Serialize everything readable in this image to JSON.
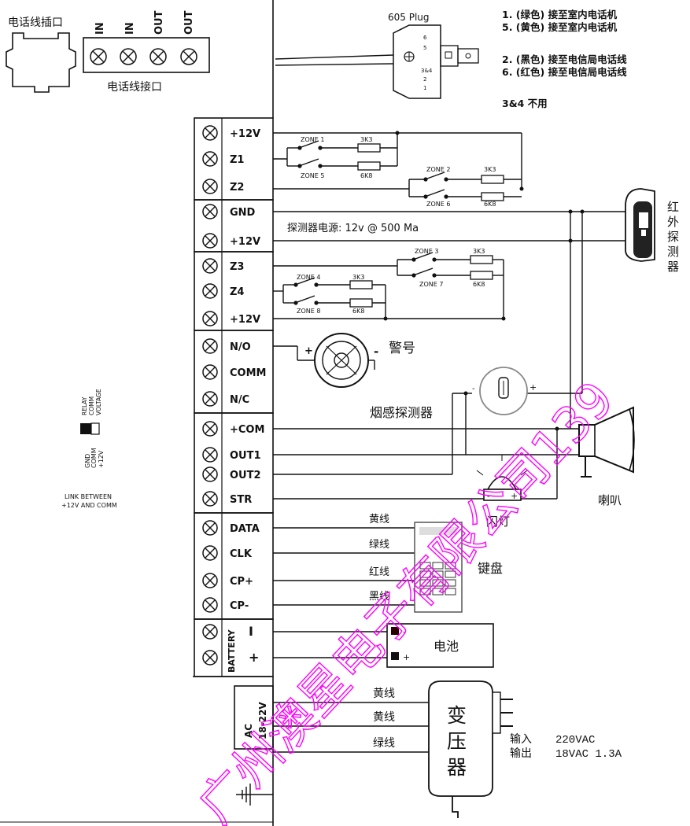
{
  "phone": {
    "jack_label": "电话线插口",
    "interface_label": "电话线接口",
    "pins": [
      "IN",
      "IN",
      "OUT",
      "OUT"
    ],
    "plug_label": "605 Plug",
    "plug_pins": [
      "6",
      "5",
      "3&4",
      "2",
      "1"
    ],
    "notes": [
      "1. (绿色) 接至室内电话机",
      "5. (黄色) 接至室内电话机",
      "2. (黑色) 接至电信局电话线",
      "6. (红色) 接至电信局电话线",
      "3&4 不用"
    ]
  },
  "terminals": [
    "+12V",
    "Z1",
    "Z2",
    "GND",
    "+12V",
    "Z3",
    "Z4",
    "+12V",
    "N/O",
    "COMM",
    "N/C",
    "+COM",
    "OUT1",
    "OUT2",
    "STR",
    "DATA",
    "CLK",
    "CP+",
    "CP-",
    "I",
    "+"
  ],
  "battery_group_label": "BATTERY",
  "ac_group": {
    "ac": "AC",
    "range": "18-22V"
  },
  "zones": {
    "z1": "ZONE 1",
    "z5": "ZONE 5",
    "z2": "ZONE 2",
    "z6": "ZONE 6",
    "z3": "ZONE 3",
    "z7": "ZONE 7",
    "z4": "ZONE 4",
    "z8": "ZONE 8",
    "r3k3": "3K3",
    "r6k8": "6K8"
  },
  "detector_power": "探测器电源: 12v @ 500 Ma",
  "devices": {
    "pir": "红外探测器",
    "siren": "警号",
    "smoke": "烟感探测器",
    "horn": "喇叭",
    "strobe": "闪灯",
    "keypad": "键盘",
    "battery": "电池",
    "transformer": [
      "变",
      "压",
      "器"
    ]
  },
  "wires": {
    "yellow": "黄线",
    "green": "绿线",
    "red": "红线",
    "black": "黑线"
  },
  "transformer_io": {
    "in_label": "输入",
    "in_value": "220VAC",
    "out_label": "输出",
    "out_value": "18VAC 1.3A"
  },
  "jumper": {
    "top": [
      "RELAY",
      "COMM",
      "VOLTAGE"
    ],
    "bottom": [
      "GND",
      "COMM",
      "+12V"
    ],
    "note": [
      "LINK BETWEEN",
      "+12V AND COMM"
    ]
  },
  "polarity": {
    "plus": "+",
    "minus": "-"
  },
  "watermark": "广州澳星电子有限公司139"
}
